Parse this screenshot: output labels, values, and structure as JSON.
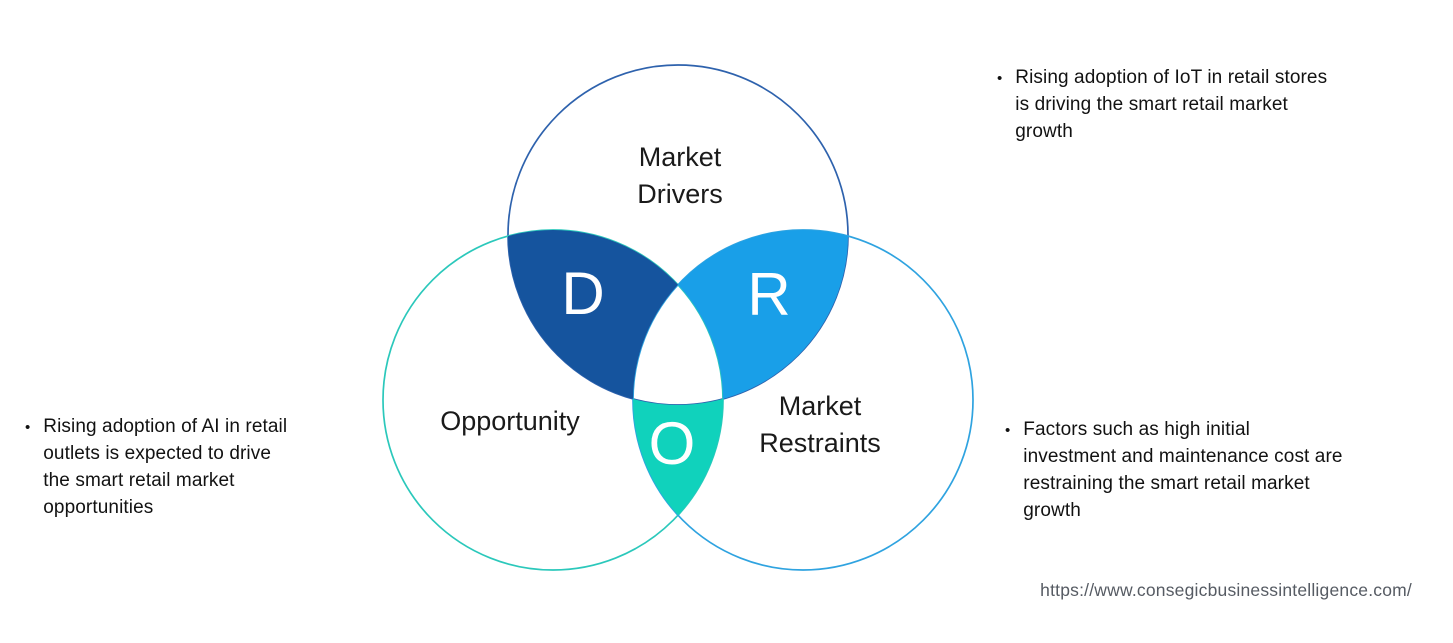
{
  "diagram": {
    "title": "Smart Retail Market DRO (Drivers, Restraints, Opportunity) Venn diagram",
    "circles": {
      "drivers": {
        "label": "Market\nDrivers",
        "letter": "D"
      },
      "opportunity": {
        "label": "Opportunity",
        "letter": "O"
      },
      "restraints": {
        "label": "Market\nRestraints",
        "letter": "R"
      }
    },
    "colors": {
      "drivers_stroke": "#2e62ad",
      "opportunity_stroke": "#2bc8bb",
      "restraints_stroke": "#2fa3e0",
      "d_region_fill": "#15549e",
      "r_region_fill": "#199fe8",
      "o_region_fill": "#10d2bc",
      "letter_color": "#ffffff",
      "label_color": "#1a1a1a"
    }
  },
  "bullets": {
    "top_right": "Rising adoption of IoT in retail stores\nis driving the smart retail market\ngrowth",
    "left": "Rising adoption of AI in retail\noutlets is expected to drive\nthe smart retail market\nopportunities",
    "bottom_right": "Factors such as high initial\ninvestment and maintenance cost are\nrestraining the smart retail market\ngrowth"
  },
  "footer": {
    "url": "https://www.consegicbusinessintelligence.com/"
  }
}
